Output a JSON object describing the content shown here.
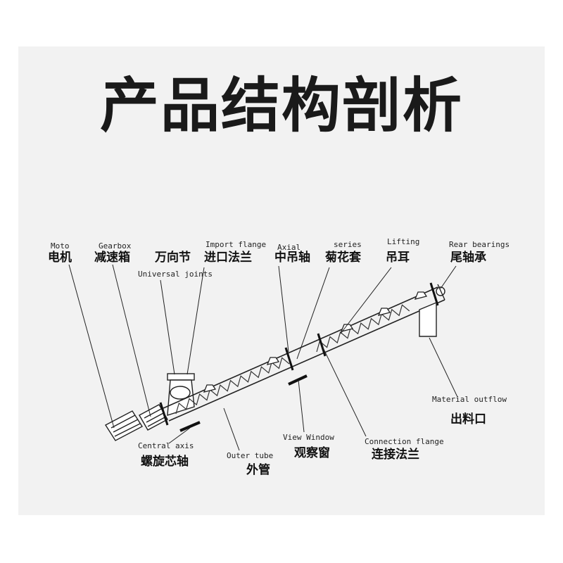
{
  "title": "产品结构剖析",
  "labels": {
    "motor": {
      "en": "Moto",
      "zh": "电机"
    },
    "gearbox": {
      "en": "Gearbox",
      "zh": "减速箱"
    },
    "universal_joint": {
      "en": "Universal joints",
      "zh": "万向节"
    },
    "import_flange": {
      "en": "Import flange",
      "zh": "进口法兰"
    },
    "axial": {
      "en": "Axial",
      "zh": "中吊轴"
    },
    "series": {
      "en": "series",
      "zh": "菊花套"
    },
    "lifting": {
      "en": "Lifting",
      "zh": "吊耳"
    },
    "rear_bearings": {
      "en": "Rear bearings",
      "zh": "尾轴承"
    },
    "material_outflow": {
      "en": "Material outflow",
      "zh": "出料口"
    },
    "central_axis": {
      "en": "Central axis",
      "zh": "螺旋芯轴"
    },
    "outer_tube": {
      "en": "Outer tube",
      "zh": "外管"
    },
    "view_window": {
      "en": "View Window",
      "zh": "观察窗"
    },
    "connection_flange": {
      "en": "Connection flange",
      "zh": "连接法兰"
    }
  }
}
